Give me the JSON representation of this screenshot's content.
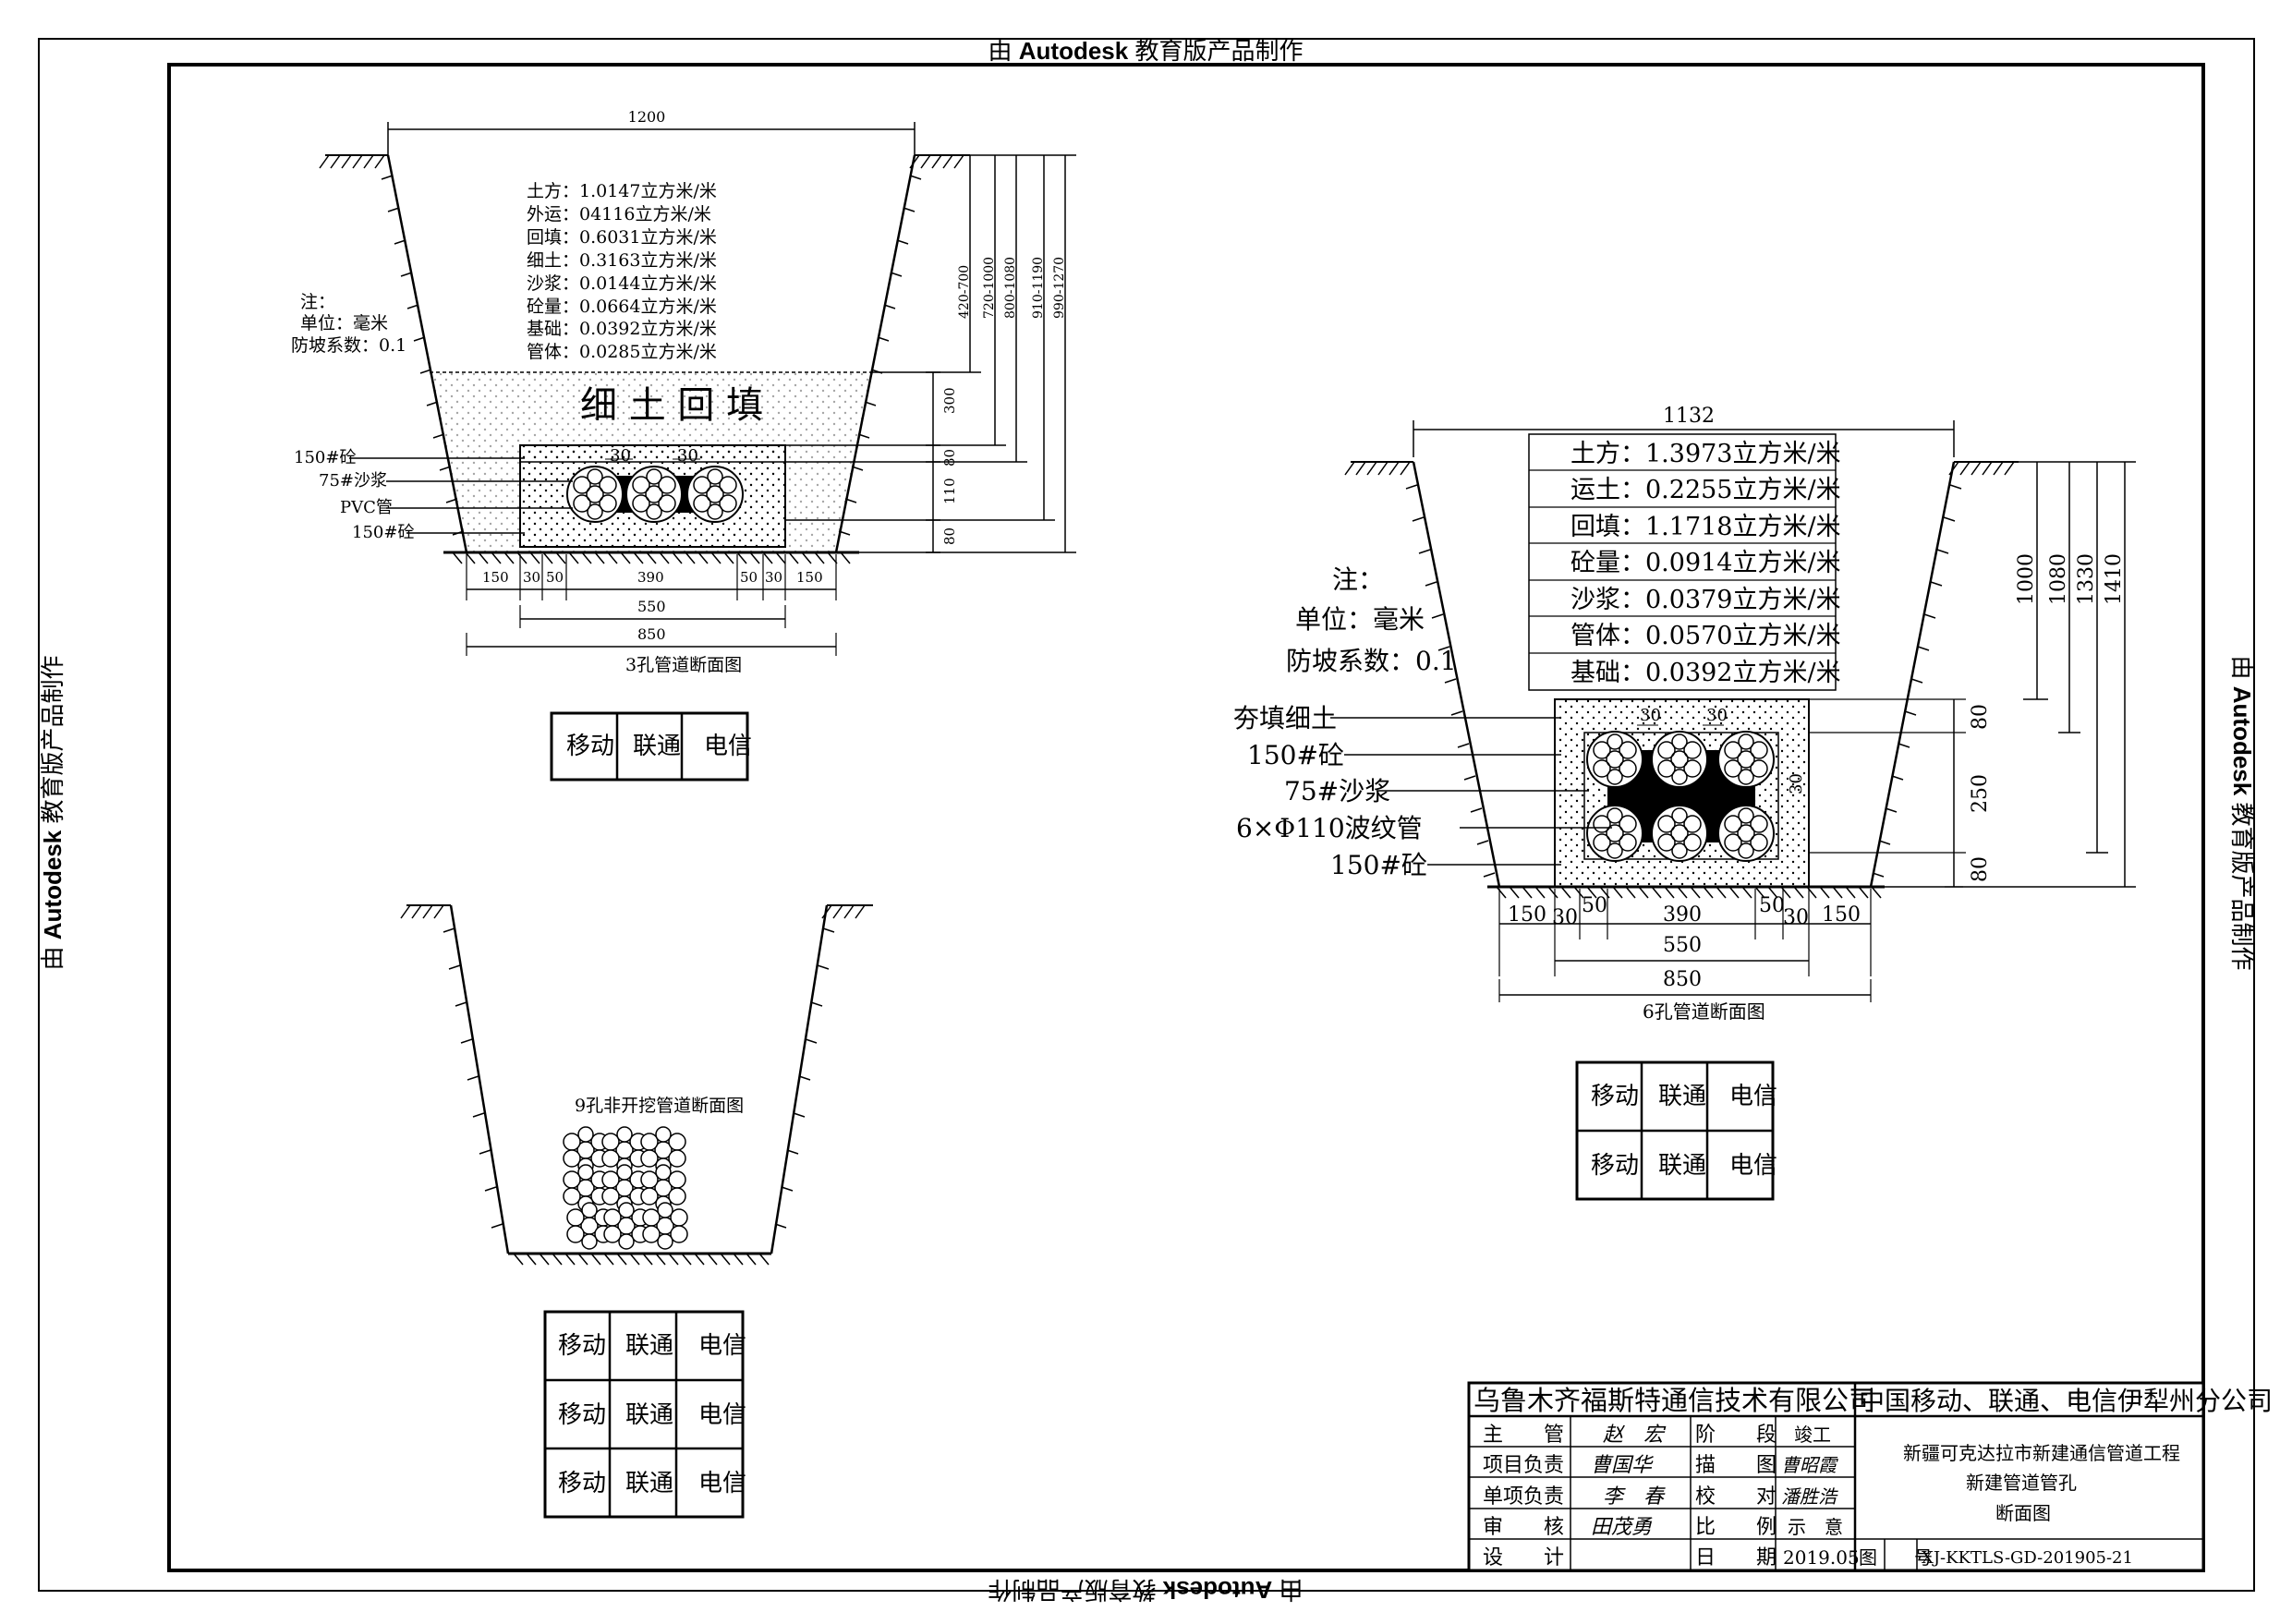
{
  "watermark": {
    "prefix": "由",
    "brand": "Autodesk",
    "suffix": "教育版产品制作"
  },
  "section3": {
    "top_width": "1200",
    "quantities": [
      "土方：1.0147立方米/米",
      "外运：04116立方米/米",
      "回填：0.6031立方米/米",
      "细土：0.3163立方米/米",
      "沙浆：0.0144立方米/米",
      "砼量：0.0664立方米/米",
      "基础：0.0392立方米/米",
      "管体：0.0285立方米/米"
    ],
    "note": [
      "注：",
      "单位：毫米",
      "防坡系数：0.1"
    ],
    "backfill_label": "细 土 回 填",
    "callouts": [
      "150#砼",
      "75#沙浆",
      "PVC管",
      "150#砼"
    ],
    "spacing_top": [
      "30",
      "30"
    ],
    "right_dims": [
      "300",
      "80",
      "110",
      "80"
    ],
    "depth_dims": [
      "420-700",
      "720-1000",
      "800-1080",
      "910-1190",
      "990-1270"
    ],
    "bottom_dims": [
      "150",
      "30",
      "50",
      "390",
      "50",
      "30",
      "150"
    ],
    "width_550": "550",
    "width_850": "850",
    "title": "3孔管道断面图",
    "grid": [
      [
        "移动",
        "联通",
        "电信"
      ]
    ]
  },
  "section9": {
    "title": "9孔非开挖管道断面图",
    "grid": [
      [
        "移动",
        "联通",
        "电信"
      ],
      [
        "移动",
        "联通",
        "电信"
      ],
      [
        "移动",
        "联通",
        "电信"
      ]
    ]
  },
  "section6": {
    "top_width": "1132",
    "quantities": [
      "土方：1.3973立方米/米",
      "运土：0.2255立方米/米",
      "回填：1.1718立方米/米",
      "砼量：0.0914立方米/米",
      "沙浆：0.0379立方米/米",
      "管体：0.0570立方米/米",
      "基础：0.0392立方米/米"
    ],
    "note": [
      "注：",
      "单位：毫米",
      "防坡系数：0.1"
    ],
    "callouts": [
      "夯填细土",
      "150#砼",
      "75#沙浆",
      "6×Φ110波纹管",
      "150#砼"
    ],
    "spacing_top": [
      "30",
      "30"
    ],
    "spacing_side": "30",
    "right_dims": [
      "80",
      "250",
      "80"
    ],
    "depth_dims": [
      "1000",
      "1080",
      "1330",
      "1410"
    ],
    "bottom_dims": [
      "150",
      "30",
      "50",
      "390",
      "50",
      "30",
      "150"
    ],
    "width_550": "550",
    "width_850": "850",
    "title": "6孔管道断面图",
    "grid": [
      [
        "移动",
        "联通",
        "电信"
      ],
      [
        "移动",
        "联通",
        "电信"
      ]
    ]
  },
  "title_block": {
    "designer_company": "乌鲁木齐福斯特通信技术有限公司",
    "client_company": "中国移动、联通、电信伊犁州分公司",
    "rows": [
      {
        "label": "主　　管",
        "sign": "赵　宏",
        "label2": "阶　　段",
        "value2": "竣工"
      },
      {
        "label": "项目负责",
        "sign": "曹国华",
        "label2": "描　　图",
        "value2": "曹昭霞"
      },
      {
        "label": "单项负责",
        "sign": "李　春",
        "label2": "校　　对",
        "value2": "潘胜浩"
      },
      {
        "label": "审　　核",
        "sign": "田茂勇",
        "label2": "比　　例",
        "value2": "示　意"
      },
      {
        "label": "设　　计",
        "sign": "",
        "label2": "日　　期",
        "value2": "2019.05"
      }
    ],
    "project": [
      "新疆可克达拉市新建通信管道工程",
      "新建管道管孔",
      "断面图"
    ],
    "drawing_no_label": "图　　号",
    "drawing_no": "XJ-KKTLS-GD-201905-21"
  }
}
